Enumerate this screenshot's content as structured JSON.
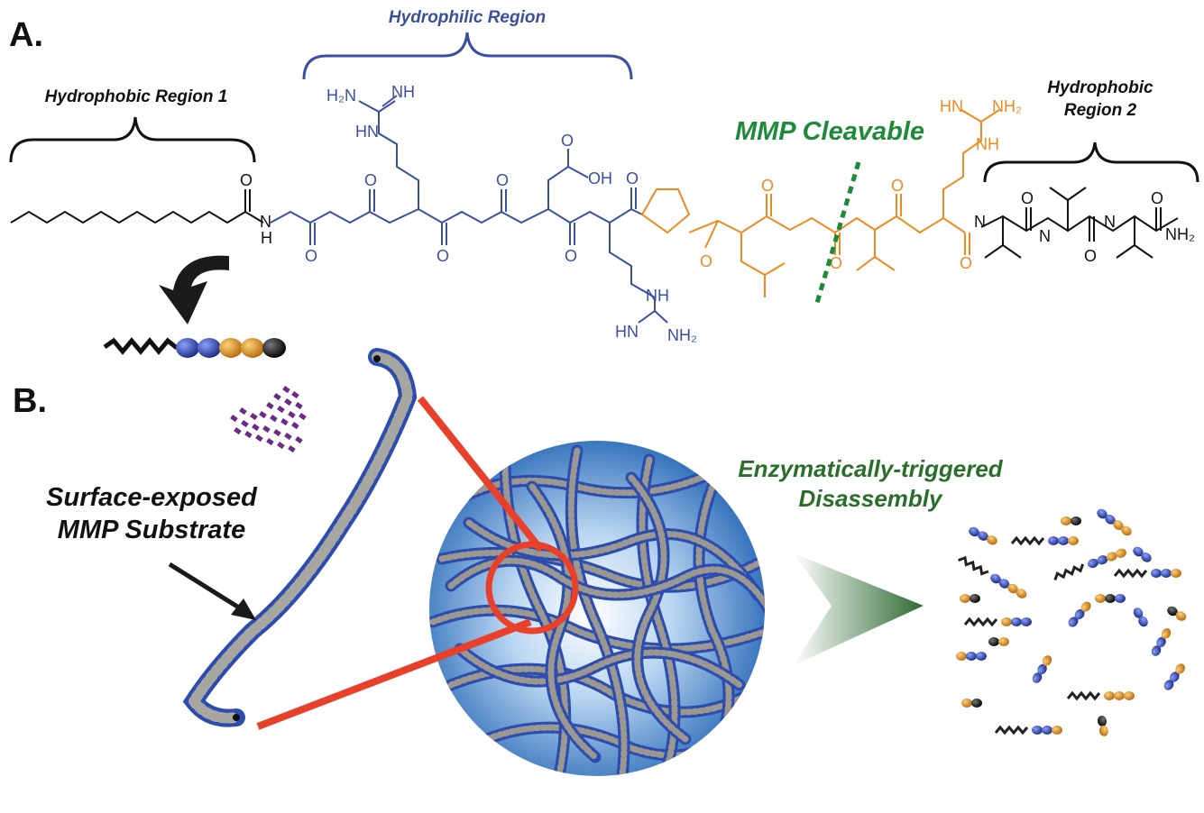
{
  "panels": {
    "a": "A.",
    "b": "B."
  },
  "regions": {
    "hydrophilic": "Hydrophilic Region",
    "hydrophobic1": "Hydrophobic Region 1",
    "hydrophobic2_line1": "Hydrophobic",
    "hydrophobic2_line2": "Region 2"
  },
  "mmp_cleavable": "MMP Cleavable",
  "surface_label": {
    "line1": "Surface-exposed",
    "line2": "MMP Substrate"
  },
  "trigger_label": {
    "line1": "Enzymatically-triggered",
    "line2": "Disassembly"
  },
  "chem_labels": {
    "h2n_top": "H₂N",
    "nh_top": "NH",
    "hn_top": "HN",
    "oh": "OH",
    "hn_bottom": "HN",
    "nh2_bottom": "NH₂",
    "nh_bottom": "NH",
    "hn_orange": "HN",
    "nh2_orange": "NH₂",
    "nh_orange": "NH",
    "nh2_end": "NH₂",
    "o": "O",
    "n": "N",
    "h": "H"
  },
  "colors": {
    "hydrophilic": "#3a4fa0",
    "cleavable": "#ef8a1e",
    "mmp_green": "#1f8a3a",
    "label_green": "#2b6e2b",
    "hydrophobic": "#111111",
    "lens_red": "#e8402a",
    "bead_blue": "#2a3c9c",
    "bead_orange": "#d78a1c",
    "bead_black": "#111111",
    "sphere_edge": "#2c6cb8"
  },
  "icons": [
    "curved-arrow-icon",
    "heart-dots-icon",
    "straight-arrow-icon",
    "chevron-arrow-icon",
    "magnifier-circle-icon"
  ]
}
